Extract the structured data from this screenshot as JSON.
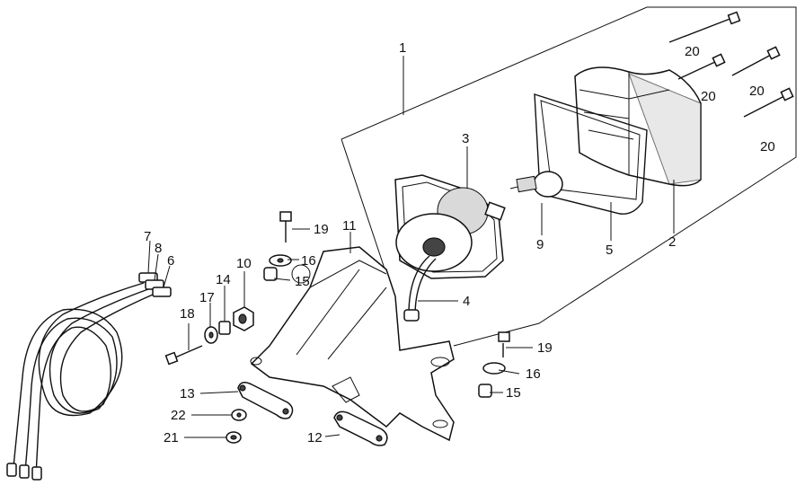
{
  "callouts": {
    "c1": "1",
    "c2": "2",
    "c3": "3",
    "c4": "4",
    "c5": "5",
    "c6": "6",
    "c7": "7",
    "c8": "8",
    "c9": "9",
    "c10": "10",
    "c11": "11",
    "c12": "12",
    "c13": "13",
    "c14": "14",
    "c15a": "15",
    "c15b": "15",
    "c16a": "16",
    "c16b": "16",
    "c17": "17",
    "c18": "18",
    "c19a": "19",
    "c19b": "19",
    "c20a": "20",
    "c20b": "20",
    "c20c": "20",
    "c20d": "20",
    "c21": "21",
    "c22": "22"
  }
}
